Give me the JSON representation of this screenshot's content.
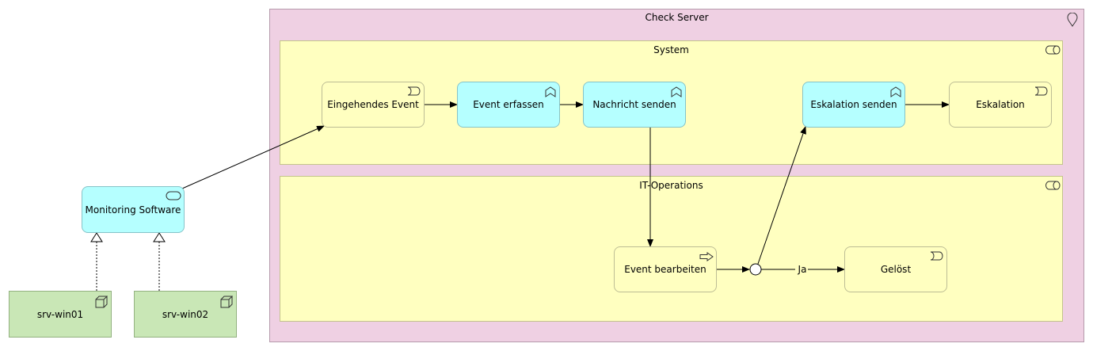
{
  "groups": {
    "check_server": "Check Server",
    "system": "System",
    "it_operations": "IT-Operations"
  },
  "nodes": {
    "eingehendes_event": "Eingehendes Event",
    "event_erfassen": "Event erfassen",
    "nachricht_senden": "Nachricht senden",
    "eskalation_senden": "Eskalation senden",
    "eskalation": "Eskalation",
    "event_bearbeiten": "Event bearbeiten",
    "geloest": "Gelöst",
    "monitoring_software": "Monitoring Software",
    "srv_win01": "srv-win01",
    "srv_win02": "srv-win02"
  },
  "edges": {
    "ja_label": "Ja"
  },
  "icons": {
    "location": "location-icon",
    "role": "role-icon",
    "event": "event-icon",
    "function": "function-icon",
    "process": "process-icon",
    "service": "service-icon",
    "device": "device-icon"
  },
  "colors": {
    "group_fill": "#efd0e3",
    "business_fill": "#ffffc0",
    "application_fill": "#b5ffff",
    "technology_fill": "#c9e7b6"
  }
}
